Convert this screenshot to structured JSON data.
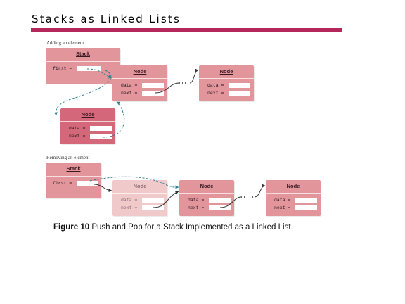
{
  "page_title": "Stacks as Linked Lists",
  "add_section": {
    "label": "Adding an element",
    "stack": {
      "title": "Stack",
      "field": "first ="
    },
    "nodes": [
      {
        "title": "Node",
        "data_label": "data =",
        "next_label": "next ="
      },
      {
        "title": "Node",
        "data_label": "data =",
        "next_label": "next ="
      }
    ],
    "new_node": {
      "title": "Node",
      "data_label": "data =",
      "next_label": "next ="
    }
  },
  "remove_section": {
    "label": "Removing an element",
    "stack": {
      "title": "Stack",
      "field": "first ="
    },
    "removed_node": {
      "title": "Node",
      "data_label": "data =",
      "next_label": "next ="
    },
    "nodes": [
      {
        "title": "Node",
        "data_label": "data =",
        "next_label": "next ="
      },
      {
        "title": "Node",
        "data_label": "data =",
        "next_label": "next ="
      }
    ]
  },
  "caption": {
    "figure": "Figure 10",
    "text": " Push and Pop for a Stack Implemented as a Linked List"
  },
  "colors": {
    "rule": "#b5265a",
    "box": "#e3959c",
    "new_node": "#d4687a",
    "removed_node": "#f0c9cb",
    "arrow": "#2f7f8f"
  }
}
